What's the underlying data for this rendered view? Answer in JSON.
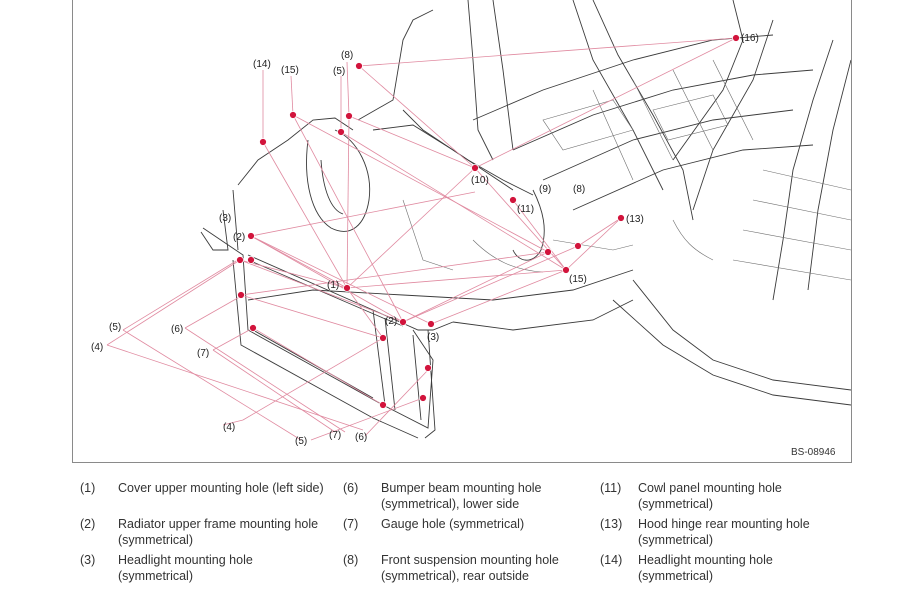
{
  "figure": {
    "code": "BS-08946",
    "labels": [
      {
        "key": "l14",
        "text": "(14)"
      },
      {
        "key": "l15a",
        "text": "(15)"
      },
      {
        "key": "l8a",
        "text": "(8)"
      },
      {
        "key": "l5a",
        "text": "(5)"
      },
      {
        "key": "l16",
        "text": "(16)"
      },
      {
        "key": "l10",
        "text": "(10)"
      },
      {
        "key": "l9",
        "text": "(9)"
      },
      {
        "key": "l8b",
        "text": "(8)"
      },
      {
        "key": "l11",
        "text": "(11)"
      },
      {
        "key": "l13",
        "text": "(13)"
      },
      {
        "key": "l3a",
        "text": "(3)"
      },
      {
        "key": "l2a",
        "text": "(2)"
      },
      {
        "key": "l15b",
        "text": "(15)"
      },
      {
        "key": "l1",
        "text": "(1)"
      },
      {
        "key": "l2b",
        "text": "(2)"
      },
      {
        "key": "l3b",
        "text": "(3)"
      },
      {
        "key": "l5b",
        "text": "(5)"
      },
      {
        "key": "l4a",
        "text": "(4)"
      },
      {
        "key": "l6a",
        "text": "(6)"
      },
      {
        "key": "l7a",
        "text": "(7)"
      },
      {
        "key": "l4b",
        "text": "(4)"
      },
      {
        "key": "l5c",
        "text": "(5)"
      },
      {
        "key": "l7b",
        "text": "(7)"
      },
      {
        "key": "l6b",
        "text": "(6)"
      }
    ]
  },
  "legend": [
    {
      "num": "(1)",
      "text": "Cover upper mounting hole (left side)"
    },
    {
      "num": "(2)",
      "text": "Radiator upper frame mounting hole (symmetrical)"
    },
    {
      "num": "(3)",
      "text": "Headlight mounting hole (symmetrical)"
    },
    {
      "num": "(6)",
      "text": "Bumper beam mounting hole (symmetrical), lower side"
    },
    {
      "num": "(7)",
      "text": "Gauge hole (symmetrical)"
    },
    {
      "num": "(8)",
      "text": "Front suspension mounting hole (symmetrical), rear outside"
    },
    {
      "num": "(11)",
      "text": "Cowl panel mounting hole (symmetrical)"
    },
    {
      "num": "(13)",
      "text": "Hood hinge rear mounting hole (symmetrical)"
    },
    {
      "num": "(14)",
      "text": "Headlight mounting hole (symmetrical)"
    }
  ]
}
